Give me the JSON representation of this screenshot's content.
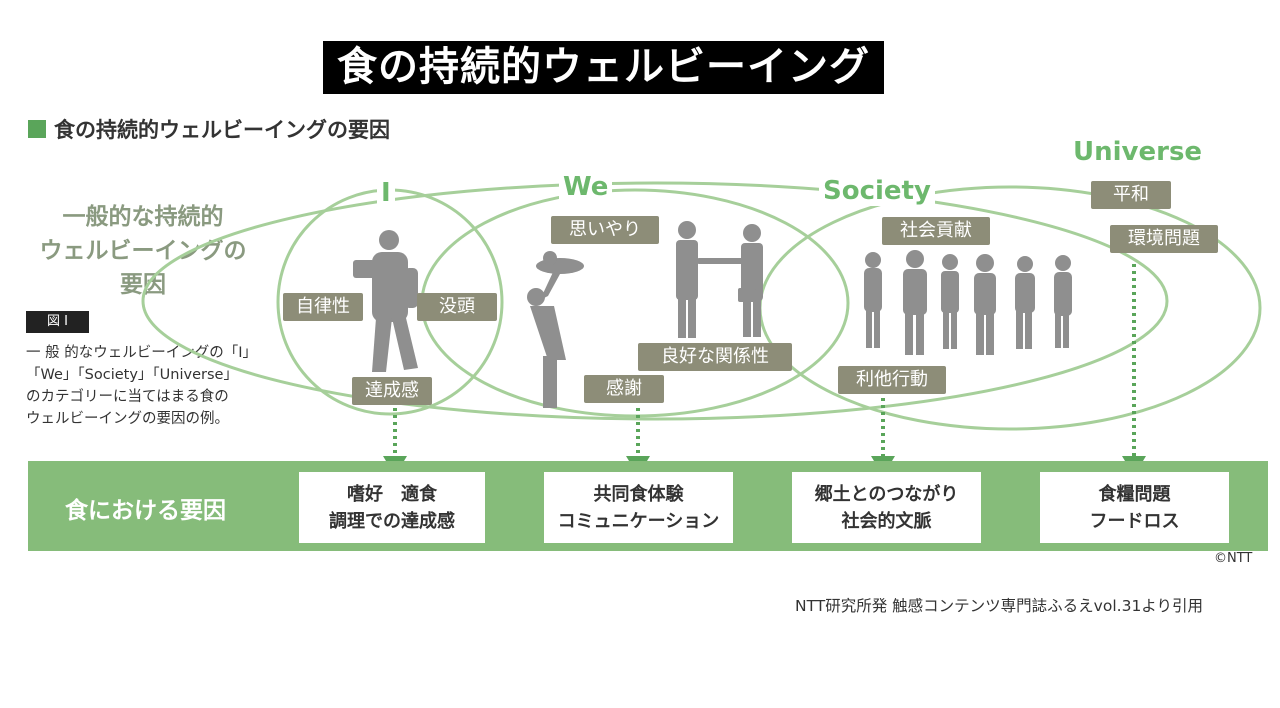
{
  "title": "食の持続的ウェルビーイング",
  "section_heading": "食の持続的ウェルビーイングの要因",
  "general_heading": [
    "一般的な持続的",
    "ウェルビーイングの",
    "要因"
  ],
  "figure_badge": "図 I",
  "figure_caption": [
    "一 般 的なウェルビーイングの「I」",
    "「We」「Society」「Universe」",
    "のカテゴリーに当てはまる食の",
    "ウェルビーイングの要因の例。"
  ],
  "categories": {
    "i": "I",
    "we": "We",
    "society": "Society",
    "universe": "Universe"
  },
  "labels": {
    "jiritsusei": "自律性",
    "botou": "没頭",
    "tasseikan": "達成感",
    "omoiyari": "思いやり",
    "ryoukou": "良好な関係性",
    "kansha": "感謝",
    "shakai_kouken": "社会貢献",
    "rita_koudou": "利他行動",
    "heiwa": "平和",
    "kankyou": "環境問題"
  },
  "band_label": "食における要因",
  "factors": [
    {
      "line1": "嗜好　適食",
      "line2": "調理での達成感"
    },
    {
      "line1": "共同食体験",
      "line2": "コミュニケーション"
    },
    {
      "line1": "郷土とのつながり",
      "line2": "社会的文脈"
    },
    {
      "line1": "食糧問題",
      "line2": "フードロス"
    }
  ],
  "copyright": "©NTT",
  "citation": "NTT研究所発 触感コンテンツ専門誌ふるえvol.31より引用",
  "colors": {
    "accent_green": "#6db86d",
    "band_green": "#86bc7a",
    "label_box": "#8d8d78",
    "silhouette": "#8f8f8f"
  }
}
